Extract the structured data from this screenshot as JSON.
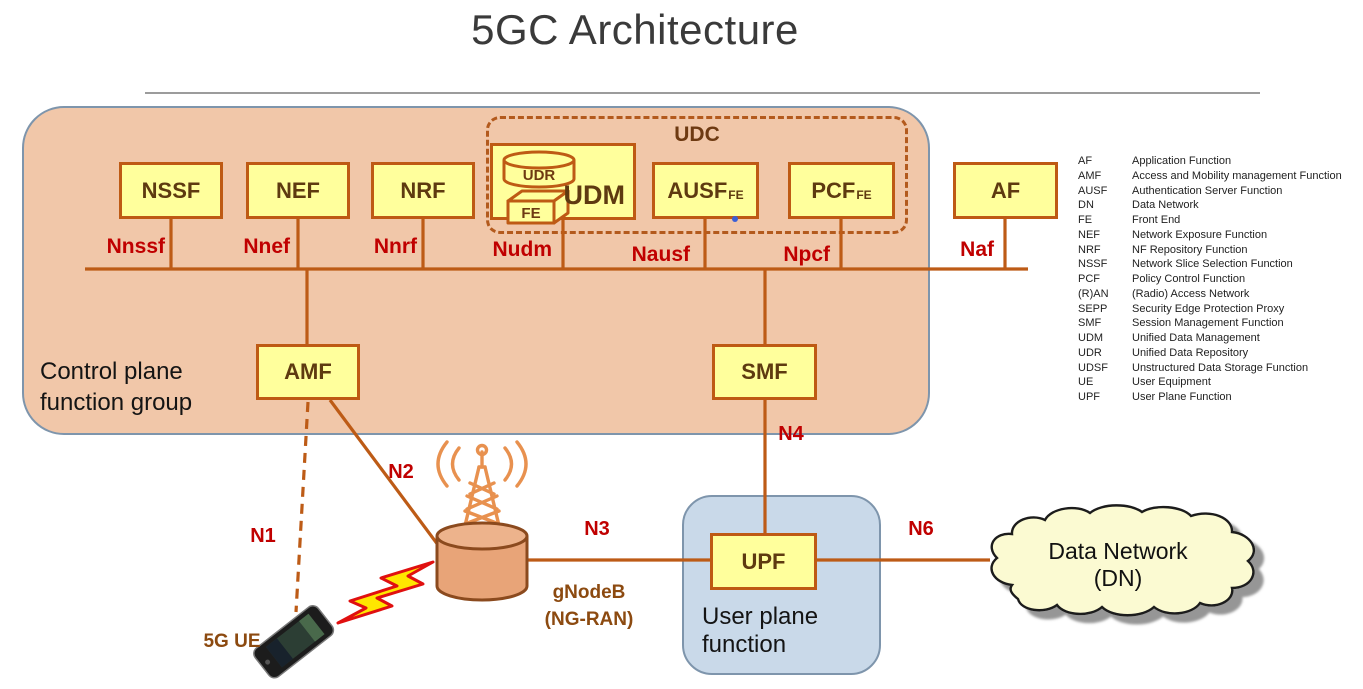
{
  "title": "5GC Architecture",
  "udc_label": "UDC",
  "control_plane_label": [
    "Control plane",
    "function group"
  ],
  "user_plane_label": [
    "User plane",
    "function"
  ],
  "cloud_label": [
    "Data Network",
    "(DN)"
  ],
  "gnodeb_label": [
    "gNodeB",
    "(NG-RAN)"
  ],
  "ue_label": "5G UE",
  "boxes": {
    "nssf": "NSSF",
    "nef": "NEF",
    "nrf": "NRF",
    "udm": "UDM",
    "udr": "UDR",
    "fe": "FE",
    "ausf": {
      "main": "AUSF",
      "sub": "FE"
    },
    "pcf": {
      "main": "PCF",
      "sub": "FE"
    },
    "af": "AF",
    "amf": "AMF",
    "smf": "SMF",
    "upf": "UPF"
  },
  "bus_labels": {
    "nnssf": "Nnssf",
    "nnef": "Nnef",
    "nnrf": "Nnrf",
    "nudm": "Nudm",
    "nausf": "Nausf",
    "npcf": "Npcf",
    "naf": "Naf"
  },
  "interface_labels": {
    "n1": "N1",
    "n2": "N2",
    "n3": "N3",
    "n4": "N4",
    "n6": "N6"
  },
  "legend": {
    "rows": [
      {
        "abbr": "AF",
        "desc": "Application Function"
      },
      {
        "abbr": "AMF",
        "desc": "Access and Mobility management Function"
      },
      {
        "abbr": "AUSF",
        "desc": "Authentication Server Function"
      },
      {
        "abbr": "DN",
        "desc": "Data Network"
      },
      {
        "abbr": "FE",
        "desc": "Front End"
      },
      {
        "abbr": "NEF",
        "desc": "Network Exposure Function"
      },
      {
        "abbr": "NRF",
        "desc": "NF Repository Function"
      },
      {
        "abbr": "NSSF",
        "desc": "Network Slice Selection Function"
      },
      {
        "abbr": "PCF",
        "desc": "Policy Control Function"
      },
      {
        "abbr": "(R)AN",
        "desc": "(Radio) Access Network"
      },
      {
        "abbr": "SEPP",
        "desc": "Security Edge Protection Proxy"
      },
      {
        "abbr": "SMF",
        "desc": "Session Management Function"
      },
      {
        "abbr": "UDM",
        "desc": "Unified Data Management"
      },
      {
        "abbr": "UDR",
        "desc": "Unified Data Repository"
      },
      {
        "abbr": "UDSF",
        "desc": "Unstructured Data Storage Function"
      },
      {
        "abbr": "UE",
        "desc": "User Equipment"
      },
      {
        "abbr": "UPF",
        "desc": "User Plane Function"
      }
    ]
  },
  "colors": {
    "accent_line": "#BD5B16",
    "box_fill": "#FFFF9C",
    "box_border": "#BE5A14",
    "box_text": "#5E3A10",
    "control_group_fill": "#F1C7A9",
    "group_border": "#7E95AC",
    "user_plane_fill": "#C9D9E9",
    "interface_label": "#C00000",
    "brown_label": "#8C4A10",
    "cloud_fill": "#FBFAD2",
    "cylinder_fill": "#E8A478",
    "tower": "#E8914F",
    "lightning_fill": "#FFE600",
    "lightning_stroke": "#E01010"
  }
}
